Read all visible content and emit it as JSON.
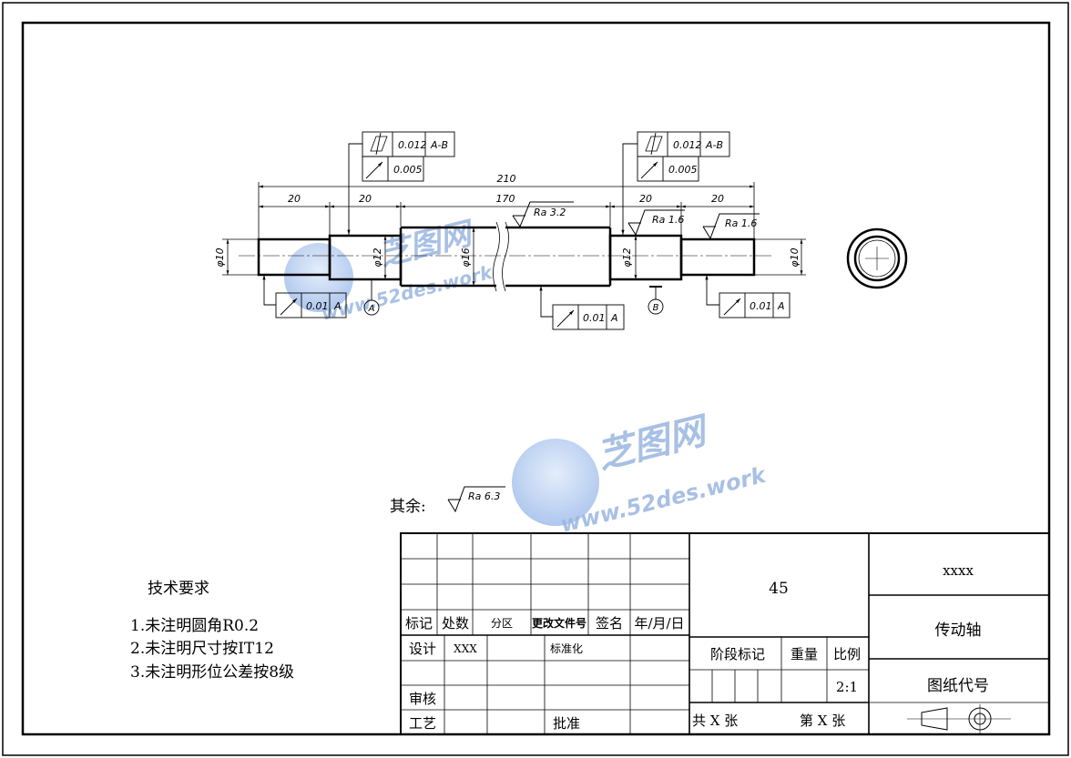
{
  "drawing": {
    "part": {
      "overall_length": "210",
      "seg_len_left1": "20",
      "seg_len_left2": "20",
      "seg_len_mid": "170",
      "seg_len_right1": "20",
      "seg_len_right2": "20",
      "dia_left_end": "φ10",
      "dia_left_journal": "φ12",
      "dia_body": "φ16",
      "dia_right_journal": "φ12",
      "dia_right_end": "φ10"
    },
    "roughness": {
      "body": "Ra 3.2",
      "right_journal": "Ra 1.6",
      "right_end": "Ra 1.6",
      "rest_label": "其余:",
      "rest_value": "Ra 6.3"
    },
    "datums": {
      "a": "A",
      "b": "B"
    },
    "tolerances": {
      "left_top_row1_value": "0.012",
      "left_top_row1_datum": "A-B",
      "left_top_row2_value": "0.005",
      "right_top_row1_value": "0.012",
      "right_top_row1_datum": "A-B",
      "right_top_row2_value": "0.005",
      "left_bottom_value": "0.01",
      "left_bottom_datum": "A",
      "mid_bottom_value": "0.01",
      "mid_bottom_datum": "A",
      "right_bottom_value": "0.01",
      "right_bottom_datum": "A"
    }
  },
  "tech_requirements": {
    "title": "技术要求",
    "items": [
      "1.未注明圆角R0.2",
      "2.未注明尺寸按IT12",
      "3.未注明形位公差按8级"
    ]
  },
  "title_block": {
    "labels": {
      "mark": "标记",
      "count": "处数",
      "zone": "分区",
      "change_doc": "更改文件号",
      "sign": "签名",
      "date": "年/月/日",
      "design": "设计",
      "designer": "XXX",
      "standardize": "标准化",
      "review": "审核",
      "process": "工艺",
      "approve": "批准",
      "stage_mark": "阶段标记",
      "weight": "重量",
      "scale_label": "比例",
      "total_sheets": "共  X  张",
      "sheet_no": "第  X  张"
    },
    "material": "45",
    "scale": "2:1",
    "company": "xxxx",
    "drawing_name": "传动轴",
    "drawing_code": "图纸代号"
  },
  "watermark": {
    "cn": "芝图网",
    "url": "www.52des.work"
  }
}
